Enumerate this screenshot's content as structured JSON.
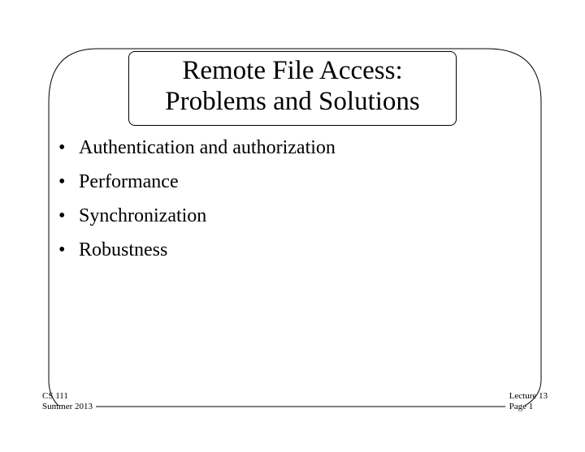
{
  "slide": {
    "title_line1": "Remote File Access:",
    "title_line2": "Problems and Solutions",
    "bullets": [
      {
        "marker": "•",
        "text": "Authentication and authorization"
      },
      {
        "marker": "•",
        "text": "Performance"
      },
      {
        "marker": "•",
        "text": "Synchronization"
      },
      {
        "marker": "•",
        "text": "Robustness"
      }
    ]
  },
  "footer": {
    "course": "CS 111",
    "term": "Summer 2013",
    "lecture": "Lecture 13",
    "page": "Page 1"
  }
}
